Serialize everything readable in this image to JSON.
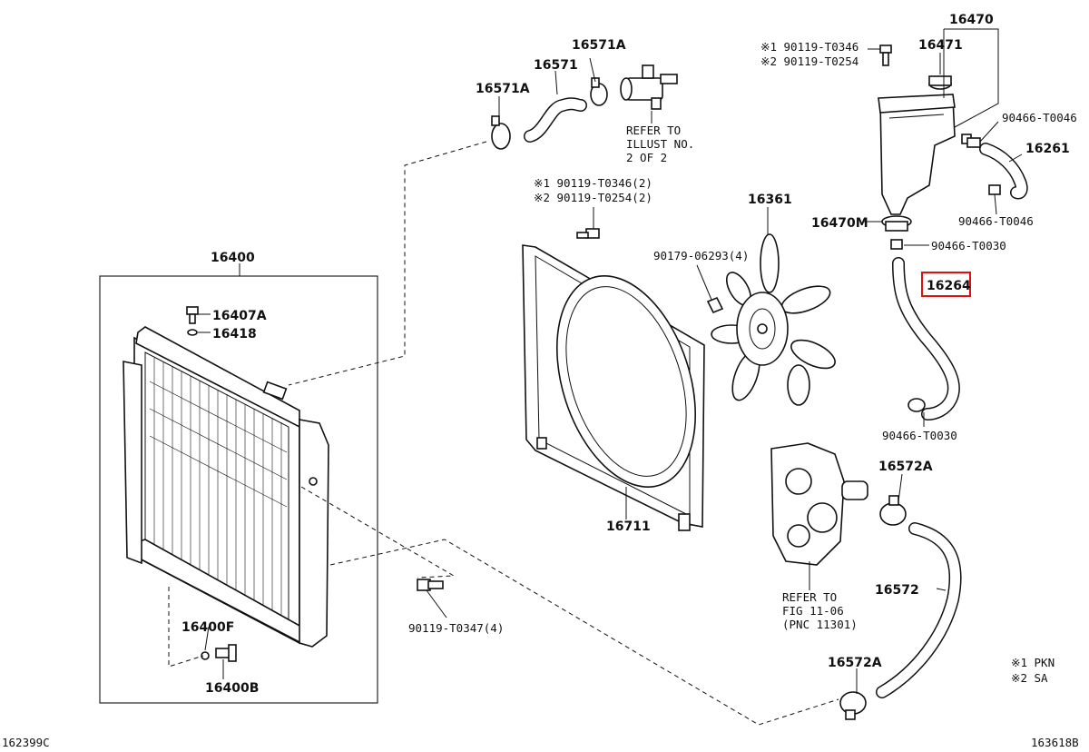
{
  "labels": {
    "p16470": "16470",
    "p16471": "16471",
    "p16571A_top": "16571A",
    "p16571": "16571",
    "p16571A_left": "16571A",
    "p16361": "16361",
    "p16470M": "16470M",
    "p16264": "16264",
    "p16261": "16261",
    "p16400": "16400",
    "p16407A": "16407A",
    "p16418": "16418",
    "p16711": "16711",
    "p16572A_right": "16572A",
    "p16572": "16572",
    "p16572A_bottom": "16572A",
    "p16400F": "16400F",
    "p16400B": "16400B",
    "b_0346_tank": "※1 90119-T0346",
    "b_0254_tank": "※2 90119-T0254",
    "b_0346_shroud": "※1 90119-T0346(2)",
    "b_0254_shroud": "※2 90119-T0254(2)",
    "clip_t0046_a": "90466-T0046",
    "clip_t0046_b": "90466-T0046",
    "clip_t0030_a": "90466-T0030",
    "clip_t0030_b": "90466-T0030",
    "nut_06293": "90179-06293(4)",
    "bolt_0347": "90119-T0347(4)",
    "refer_illust_1": "REFER TO",
    "refer_illust_2": "ILLUST NO.",
    "refer_illust_3": "2 OF 2",
    "refer_fig_1": "REFER TO",
    "refer_fig_2": "FIG 11-06",
    "refer_fig_3": "(PNC 11301)",
    "legend_1": "※1 PKN",
    "legend_2": "※2 SA",
    "code_left": "162399C",
    "code_right": "163618B"
  },
  "colors": {
    "line": "#111111",
    "highlight": "#e01010",
    "background": "#ffffff"
  },
  "highlighted_part": "16264"
}
